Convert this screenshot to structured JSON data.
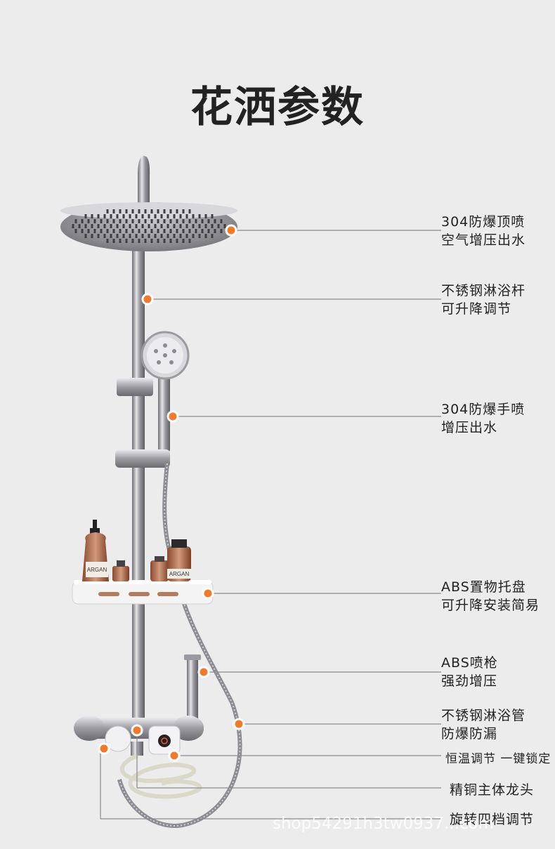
{
  "title": "花洒参数",
  "labels": [
    {
      "line1": "304防爆顶喷",
      "line2": "空气增压出水"
    },
    {
      "line1": "不锈钢淋浴杆",
      "line2": "可升降调节"
    },
    {
      "line1": "304防爆手喷",
      "line2": "增压出水"
    },
    {
      "line1": "ABS置物托盘",
      "line2": "可升降安装简易"
    },
    {
      "line1": "ABS喷枪",
      "line2": "强劲增压"
    },
    {
      "line1": "不锈钢淋浴管",
      "line2": "防爆防漏"
    },
    {
      "line1": "恒温调节 一键锁定"
    },
    {
      "line1": "精铜主体龙头"
    },
    {
      "line1": "旋转四档调节"
    }
  ],
  "bottles": [
    "ARGAN",
    "ARGAN"
  ],
  "watermark": "shop54291h3tw0937...com",
  "colors": {
    "marker": "#f07a2a",
    "leader": "#8a8a8a",
    "chrome": "#b9b9bd"
  }
}
